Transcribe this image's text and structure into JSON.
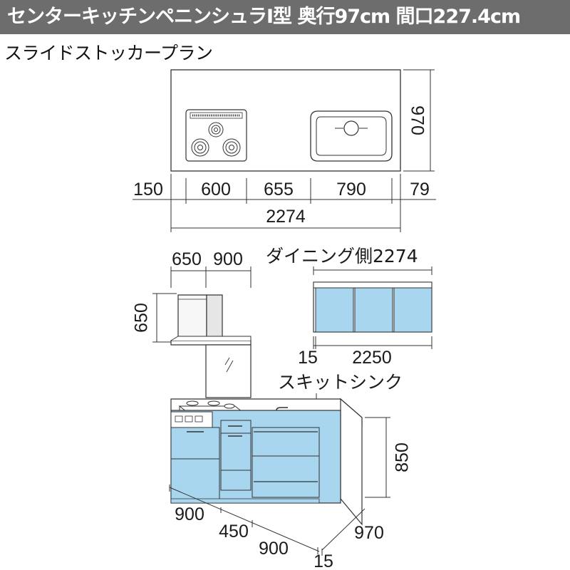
{
  "header": {
    "title": "センターキッチンペニンシュラI型 奥行97cm 間口227.4cm",
    "subtitle": "スライドストッカープラン"
  },
  "plan_view": {
    "depth_dim": "970",
    "width_dims": [
      "150",
      "600",
      "655",
      "790",
      "79"
    ],
    "total_width": "2274"
  },
  "hood": {
    "width_dims": [
      "650",
      "900"
    ],
    "height_dim": "650"
  },
  "dining_side": {
    "label": "ダイニング側2274",
    "dims": [
      "15",
      "2250"
    ]
  },
  "sink": {
    "label": "スキットシンク"
  },
  "cabinet": {
    "height_dim": "850",
    "width_dims": [
      "900",
      "450",
      "900",
      "15"
    ],
    "depth_dim": "970"
  },
  "colors": {
    "title_bar": "#6d6d6d",
    "cabinet_blue": "#a9d6ef",
    "line": "#333333"
  }
}
